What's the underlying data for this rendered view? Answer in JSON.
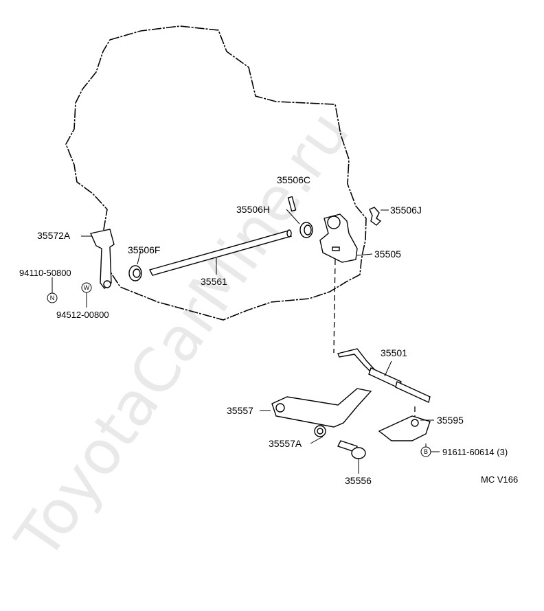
{
  "diagram": {
    "watermark": "ToyotaCarMine.ru",
    "figure_code": "MC V166",
    "parts": {
      "p35506C": "35506C",
      "p35506H": "35506H",
      "p35506J": "35506J",
      "p35572A": "35572A",
      "p35506F": "35506F",
      "p35505": "35505",
      "p35561": "35561",
      "p94110": "94110-50800",
      "p94512": "94512-00800",
      "p35501": "35501",
      "p35557": "35557",
      "p35595": "35595",
      "p35557A": "35557A",
      "p91611": "91611-60614 (3)",
      "p35556": "35556"
    },
    "badges": {
      "nut": "N",
      "washer": "W",
      "bolt": "B"
    }
  }
}
